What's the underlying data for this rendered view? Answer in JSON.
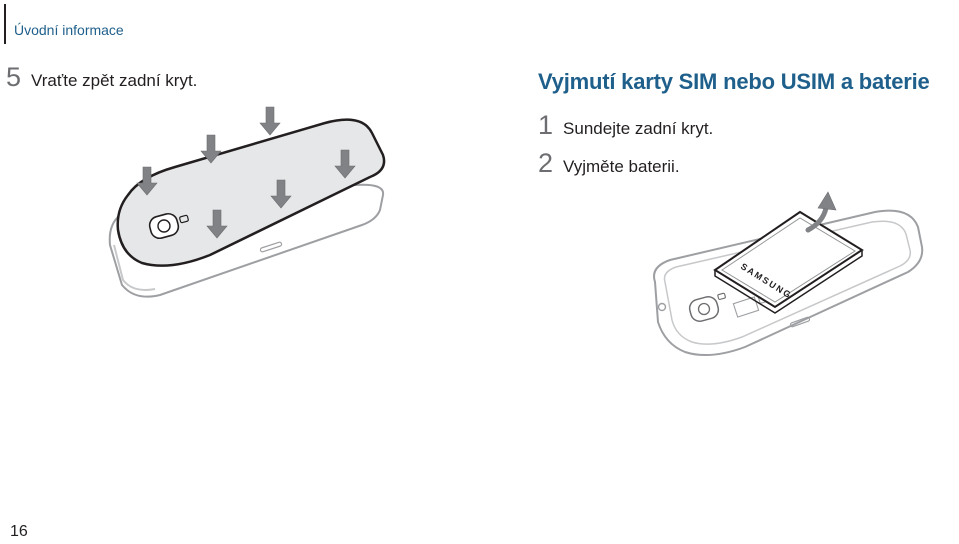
{
  "header": {
    "section": "Úvodní informace"
  },
  "left_column": {
    "step": {
      "number": "5",
      "text": "Vraťte zpět zadní kryt."
    }
  },
  "right_column": {
    "heading": "Vyjmutí karty SIM nebo USIM a baterie",
    "steps": [
      {
        "number": "1",
        "text": "Sundejte zadní kryt."
      },
      {
        "number": "2",
        "text": "Vyjměte baterii."
      }
    ],
    "battery_brand": "SAMSUNG"
  },
  "footer": {
    "page_number": "16"
  },
  "colors": {
    "accent": "#1f5f8b",
    "text": "#231f20",
    "step_number": "#6d6e71"
  }
}
